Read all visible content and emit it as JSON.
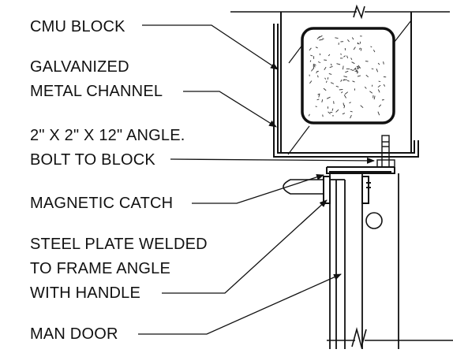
{
  "labels": {
    "cmu_block": "CMU BLOCK",
    "galvanized_line1": "GALVANIZED",
    "galvanized_line2": "METAL CHANNEL",
    "angle_line1": "2\" X 2\" X 12\" ANGLE.",
    "angle_line2": "BOLT TO BLOCK",
    "magnetic_catch": "MAGNETIC CATCH",
    "steel_plate_line1": "STEEL PLATE WELDED",
    "steel_plate_line2": "TO FRAME ANGLE",
    "steel_plate_line3": "WITH HANDLE",
    "man_door": "MAN DOOR"
  },
  "colors": {
    "ink": "#111111",
    "background": "#ffffff"
  }
}
